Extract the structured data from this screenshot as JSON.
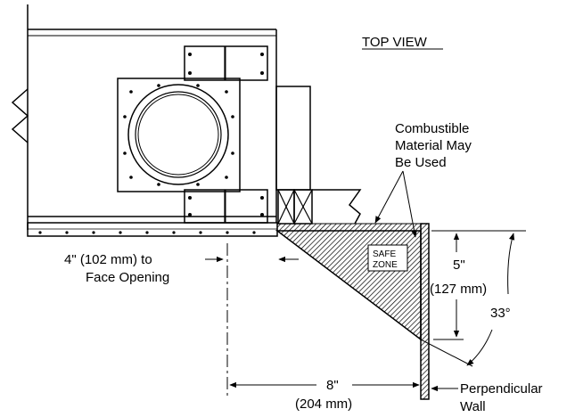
{
  "title": "TOP VIEW",
  "labels": {
    "combustible_line1": "Combustible",
    "combustible_line2": "Material May",
    "combustible_line3": "Be Used",
    "safe_zone_line1": "SAFE",
    "safe_zone_line2": "ZONE",
    "face_offset_line1": "4\" (102 mm) to",
    "face_offset_line2": "Face Opening",
    "depth_imperial": "5\"",
    "depth_metric": "(127 mm)",
    "angle": "33°",
    "width_imperial": "8\"",
    "width_metric": "(204 mm)",
    "wall_line1": "Perpendicular",
    "wall_line2": "Wall"
  },
  "colors": {
    "line": "#000000",
    "background": "#ffffff"
  }
}
